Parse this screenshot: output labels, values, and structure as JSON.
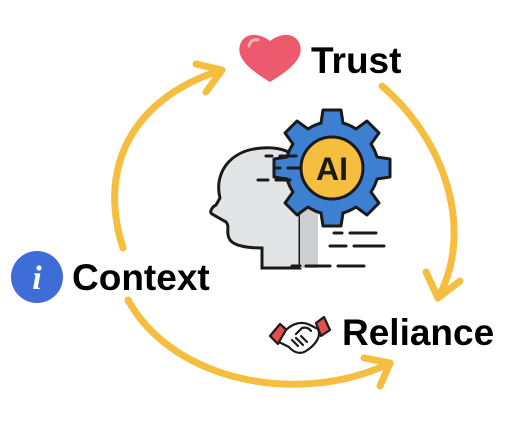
{
  "nodes": {
    "trust": {
      "label": "Trust",
      "icon": "heart-icon"
    },
    "context": {
      "label": "Context",
      "icon": "info-icon",
      "icon_glyph": "i"
    },
    "reliance": {
      "label": "Reliance",
      "icon": "handshake-icon"
    }
  },
  "center": {
    "icon": "ai-head-gear-icon",
    "badge": "AI"
  },
  "colors": {
    "cycle_arrow": "#F5BE3F",
    "heart": "#EC5A6E",
    "info_circle": "#3F6DD8",
    "gear": "#3D80D2",
    "gear_badge": "#F5BE3F",
    "head": "#E3E4E6",
    "outline": "#1A1A1A",
    "handshake_cuff": "#E0504E"
  }
}
